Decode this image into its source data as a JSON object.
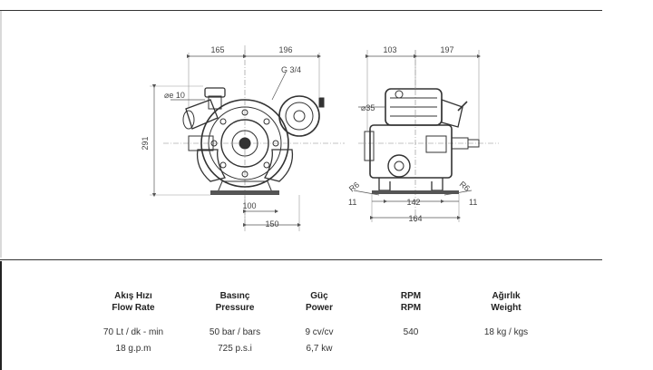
{
  "dimensions": {
    "front": {
      "d165": "165",
      "d196": "196",
      "thread": "G 3/4",
      "dia": "⌀e 10",
      "height": "291",
      "d100": "100",
      "d150": "150"
    },
    "side": {
      "d103": "103",
      "d197": "197",
      "dia35": "⌀35",
      "r6_left": "R6",
      "r6_right": "R6",
      "d11_left": "11",
      "d142": "142",
      "d11_right": "11",
      "d164": "164"
    }
  },
  "specs": {
    "columns": [
      {
        "label_tr": "Akış Hızı",
        "label_en": "Flow Rate",
        "values": [
          "70 Lt / dk - min",
          "18 g.p.m"
        ]
      },
      {
        "label_tr": "Basınç",
        "label_en": "Pressure",
        "values": [
          "50 bar / bars",
          "725 p.s.i"
        ]
      },
      {
        "label_tr": "Güç",
        "label_en": "Power",
        "values": [
          "9 cv/cv",
          "6,7 kw"
        ]
      },
      {
        "label_tr": "RPM",
        "label_en": "RPM",
        "values": [
          "540",
          ""
        ]
      },
      {
        "label_tr": "Ağırlık",
        "label_en": "Weight",
        "values": [
          "18 kg / kgs",
          ""
        ]
      }
    ]
  }
}
